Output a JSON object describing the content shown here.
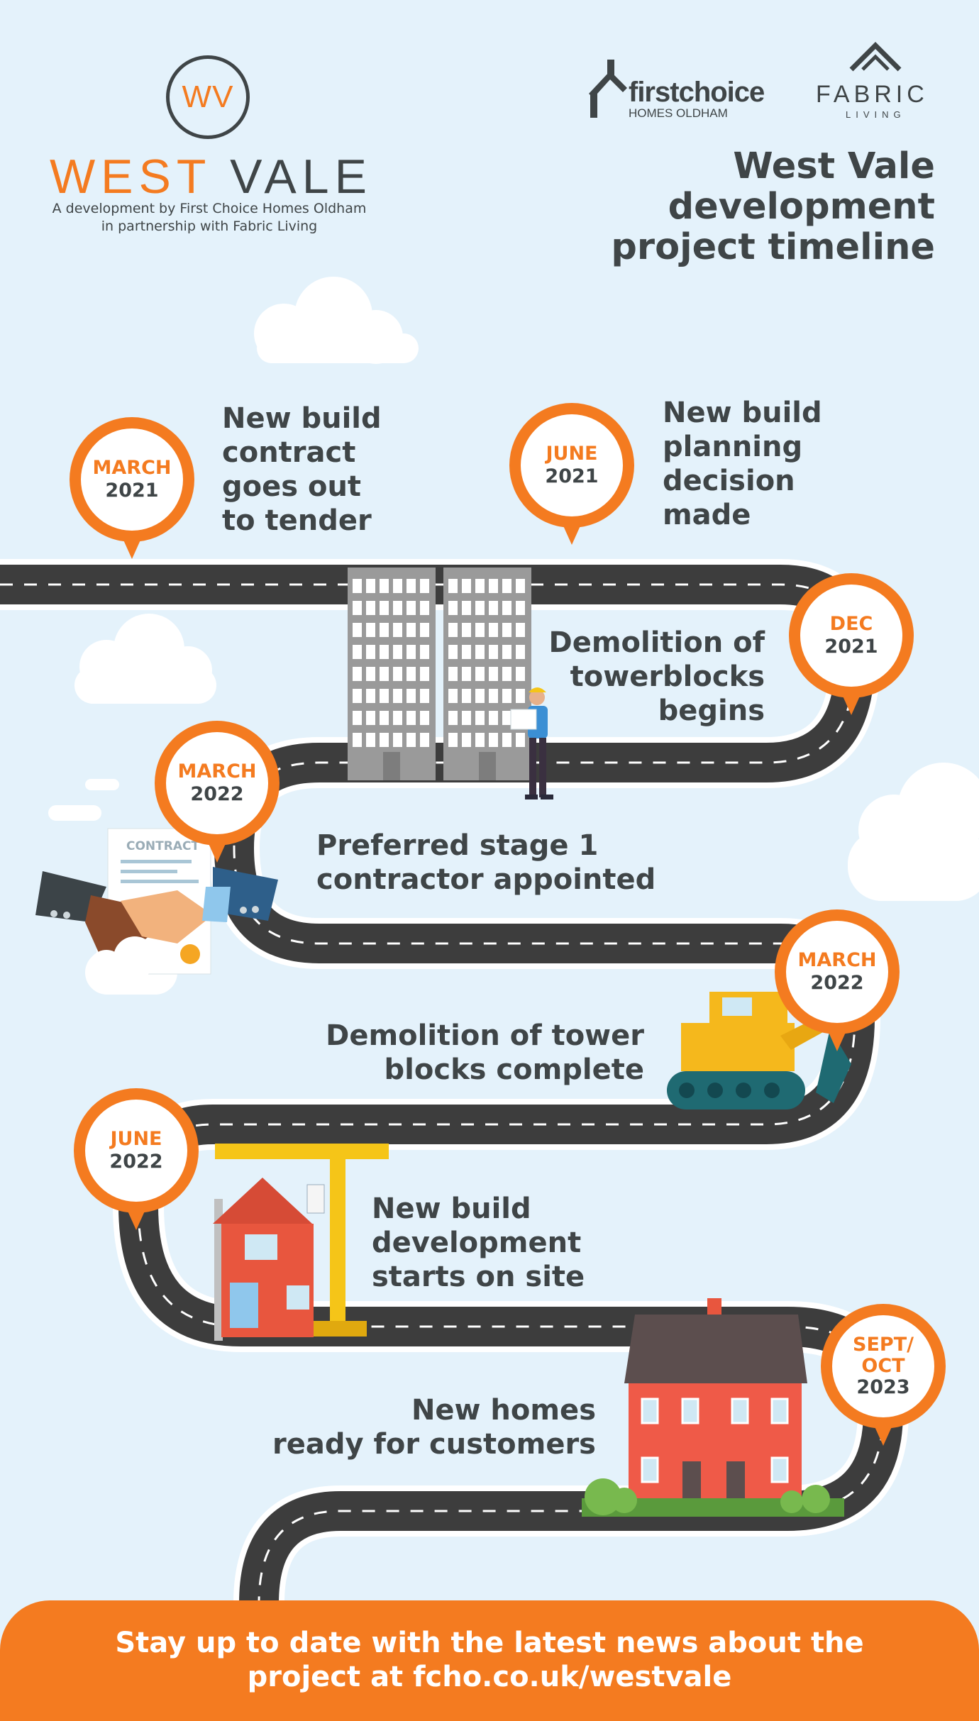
{
  "header": {
    "logo_mark": "WV",
    "brand_part1": "WEST",
    "brand_part2": "VALE",
    "tagline_line1": "A development by First Choice Homes Oldham",
    "tagline_line2": "in partnership with Fabric Living",
    "partner1_name": "firstchoice",
    "partner1_sub": "HOMES OLDHAM",
    "partner2_name": "FABRIC",
    "partner2_sub": "LIVING",
    "title_line1": "West Vale development",
    "title_line2": "project timeline"
  },
  "events": [
    {
      "month": "MARCH",
      "year": "2021",
      "lines": [
        "New build",
        "contract",
        "goes out",
        "to tender"
      ]
    },
    {
      "month": "JUNE",
      "year": "2021",
      "lines": [
        "New build",
        "planning",
        "decision",
        "made"
      ]
    },
    {
      "month": "DEC",
      "year": "2021",
      "lines": [
        "Demolition of",
        "towerblocks",
        "begins"
      ]
    },
    {
      "month": "MARCH",
      "year": "2022",
      "lines": [
        "Preferred stage 1",
        "contractor appointed"
      ]
    },
    {
      "month": "MARCH",
      "year": "2022",
      "lines": [
        "Demolition of tower",
        "blocks complete"
      ]
    },
    {
      "month": "JUNE",
      "year": "2022",
      "lines": [
        "New build",
        "development",
        "starts on site"
      ]
    },
    {
      "month": "SEPT/ OCT",
      "year": "2023",
      "lines": [
        "New homes",
        "ready for customers"
      ]
    }
  ],
  "illustrations": {
    "contract_label": "CONTRACT",
    "icons": [
      "tower-blocks-icon",
      "surveyor-worker-icon",
      "handshake-icon",
      "contract-document-icon",
      "excavator-icon",
      "crane-icon",
      "house-under-construction-icon",
      "new-homes-icon",
      "cloud-icon"
    ]
  },
  "footer": {
    "line1": "Stay up to date with the latest news about the",
    "line2": "project at fcho.co.uk/westvale"
  },
  "colors": {
    "background": "#e4f2fb",
    "accent_orange": "#f47b20",
    "text_dark": "#3f4547",
    "road": "#3d3d3d",
    "road_edge": "#ffffff"
  }
}
